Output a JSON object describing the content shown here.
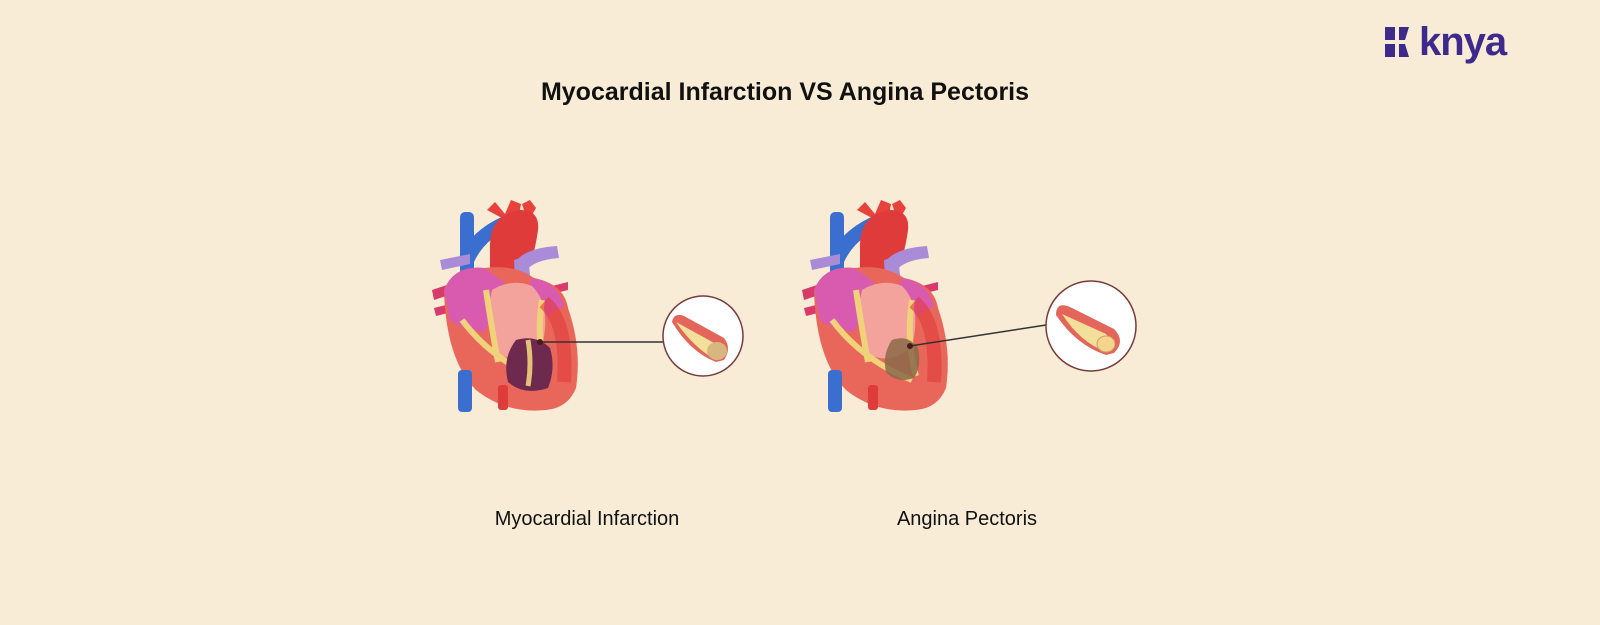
{
  "brand": {
    "name": "knya",
    "color": "#3d2a8c"
  },
  "title": "Myocardial Infarction VS Angina Pectoris",
  "panels": [
    {
      "label": "Myocardial Infarction",
      "lesion_color": "#6e2a4e"
    },
    {
      "label": "Angina Pectoris",
      "lesion_color": "#8a6a48"
    }
  ],
  "colors": {
    "background": "#f8ecd6"
  }
}
